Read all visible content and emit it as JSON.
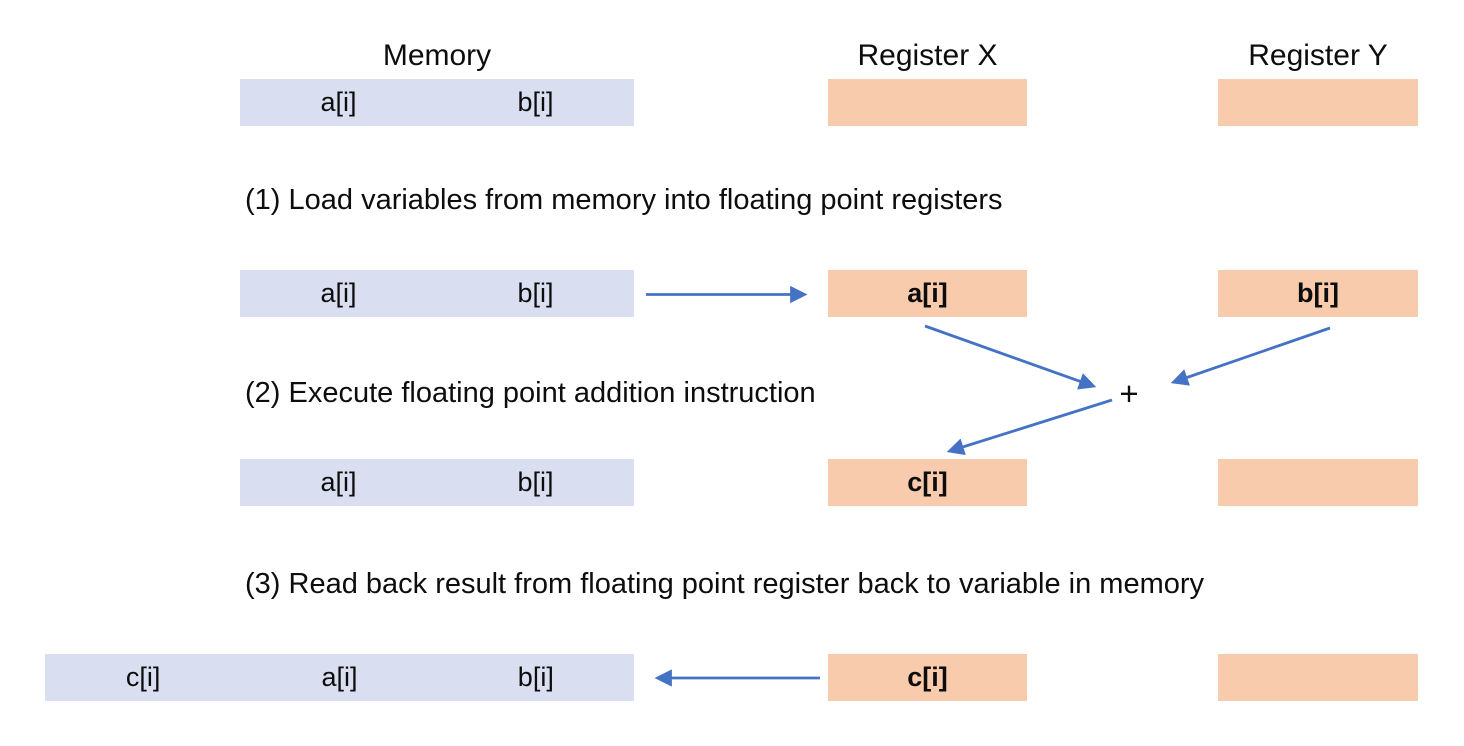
{
  "colors": {
    "memory_fill": "#D9DFF0",
    "register_fill": "#F7CBAC",
    "arrow": "#4472C4",
    "text": "#0d0d0d"
  },
  "headers": {
    "memory": "Memory",
    "register_x": "Register X",
    "register_y": "Register Y"
  },
  "steps": {
    "step1": "(1) Load variables from memory into floating point registers",
    "step2": "(2) Execute floating point addition instruction",
    "step3": "(3) Read back result from floating point register back to variable in memory"
  },
  "operator": "+",
  "rows": {
    "row1": {
      "memory_cells": [
        "a[i]",
        "b[i]"
      ],
      "register_x": "",
      "register_y": ""
    },
    "row2": {
      "memory_cells": [
        "a[i]",
        "b[i]"
      ],
      "register_x": "a[i]",
      "register_y": "b[i]"
    },
    "row3": {
      "memory_cells": [
        "a[i]",
        "b[i]"
      ],
      "register_x": "c[i]",
      "register_y": ""
    },
    "row4": {
      "memory_cells": [
        "c[i]",
        "a[i]",
        "b[i]"
      ],
      "register_x": "c[i]",
      "register_y": ""
    }
  }
}
